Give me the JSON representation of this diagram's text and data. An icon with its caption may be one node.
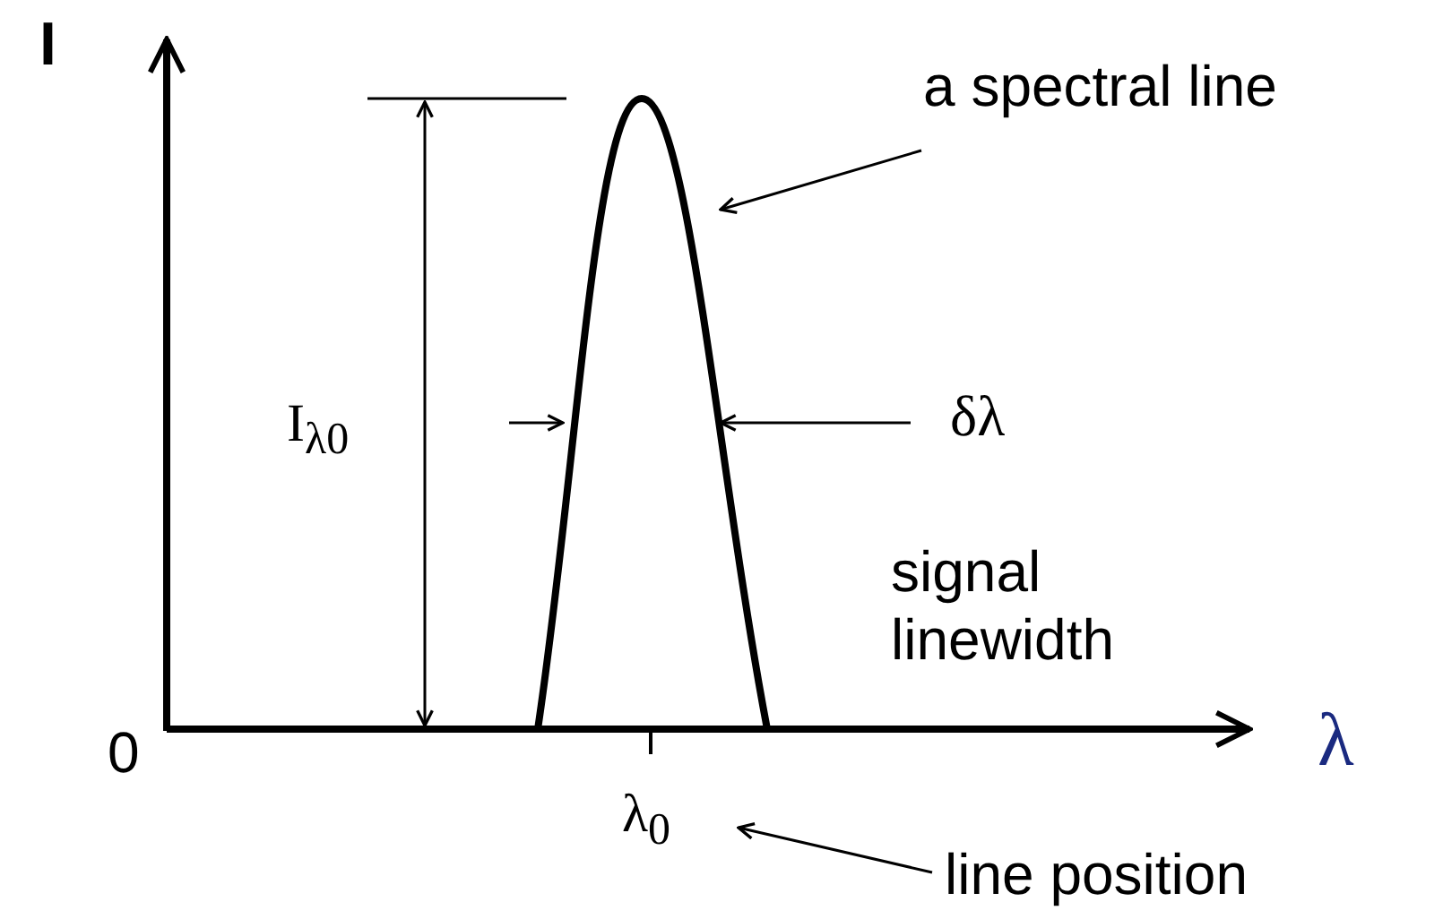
{
  "diagram": {
    "nodes": [
      {
        "text": [
          "a spectral line"
        ]
      },
      {
        "text": [],
        "shape": "curve"
      },
      {
        "text": [
          "λ$_{0}$"
        ]
      },
      {
        "text": [
          "line position"
        ]
      }
    ],
    "edges": [
      {
        "from": 0,
        "to": 1,
        "arrow": "to"
      },
      {
        "from": 3,
        "to": 2,
        "arrow": "to"
      }
    ],
    "labels": [
      "I",
      "0",
      "λ",
      "I$_{λ0}$",
      "δλ",
      "signal linewidth"
    ]
  }
}
